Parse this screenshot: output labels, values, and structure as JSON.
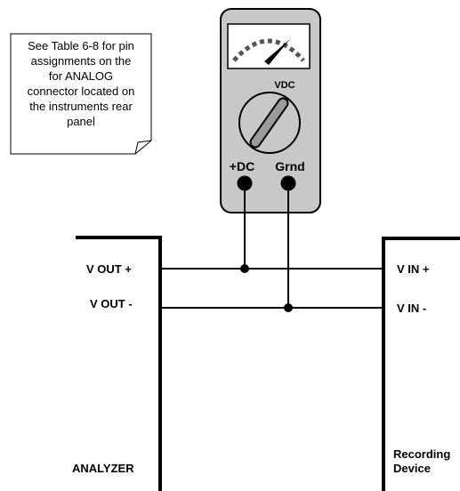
{
  "note": {
    "lines": [
      "See Table 6-8 for pin",
      "assignments on the",
      "for ANALOG",
      "connector located on",
      "the instruments rear",
      "panel"
    ]
  },
  "meter": {
    "mode_label": "VDC",
    "positive_terminal_label": "+DC",
    "ground_terminal_label": "Grnd"
  },
  "analyzer": {
    "name": "ANALYZER",
    "vout_plus": "V OUT +",
    "vout_minus": "V OUT -"
  },
  "recorder": {
    "name_line1": "Recording",
    "name_line2": "Device",
    "vin_plus": "V IN +",
    "vin_minus": "V IN -"
  }
}
